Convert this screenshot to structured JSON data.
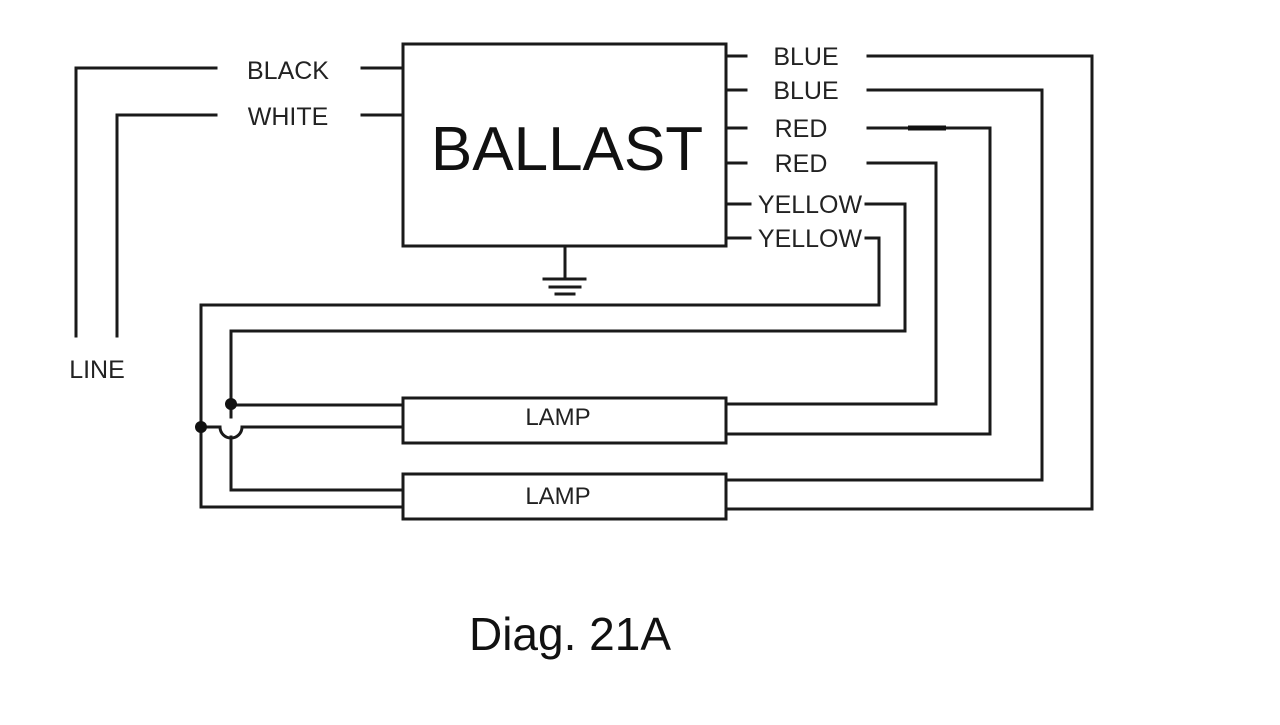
{
  "diagram": {
    "title": "Diag. 21A",
    "ballast": {
      "label": "BALLAST"
    },
    "line": {
      "label": "LINE"
    },
    "input_wires": [
      {
        "label": "BLACK"
      },
      {
        "label": "WHITE"
      }
    ],
    "output_wires": [
      {
        "label": "BLUE"
      },
      {
        "label": "BLUE"
      },
      {
        "label": "RED"
      },
      {
        "label": "RED"
      },
      {
        "label": "YELLOW"
      },
      {
        "label": "YELLOW"
      }
    ],
    "lamps": [
      {
        "label": "LAMP"
      },
      {
        "label": "LAMP"
      }
    ],
    "ground": {
      "symbol": "ground-icon"
    },
    "colors": {
      "line": "#1a1a1a",
      "background": "#ffffff"
    }
  }
}
